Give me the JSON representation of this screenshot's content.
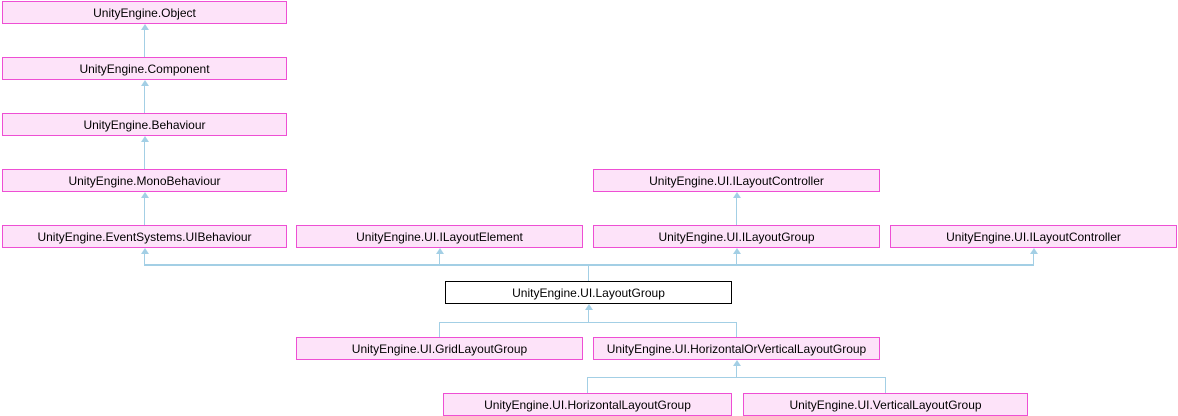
{
  "colors": {
    "node_fill": "#fde3f9",
    "node_border": "#ee4fd4",
    "main_fill": "#ffffff",
    "main_border": "#000000",
    "edge": "#a3cfe5"
  },
  "nodes": {
    "object": "UnityEngine.Object",
    "component": "UnityEngine.Component",
    "behaviour": "UnityEngine.Behaviour",
    "monobehaviour": "UnityEngine.MonoBehaviour",
    "uibehaviour": "UnityEngine.EventSystems.UIBehaviour",
    "ilayoutelement": "UnityEngine.UI.ILayoutElement",
    "ilayoutcontroller_top": "UnityEngine.UI.ILayoutController",
    "ilayoutgroup": "UnityEngine.UI.ILayoutGroup",
    "ilayoutcontroller_right": "UnityEngine.UI.ILayoutController",
    "layoutgroup": "UnityEngine.UI.LayoutGroup",
    "gridlayoutgroup": "UnityEngine.UI.GridLayoutGroup",
    "horizontalorverticallayoutgroup": "UnityEngine.UI.HorizontalOrVerticalLayoutGroup",
    "horizontallayoutgroup": "UnityEngine.UI.HorizontalLayoutGroup",
    "verticallayoutgroup": "UnityEngine.UI.VerticalLayoutGroup"
  },
  "edges": [
    {
      "from": "component",
      "to": "object"
    },
    {
      "from": "behaviour",
      "to": "component"
    },
    {
      "from": "monobehaviour",
      "to": "behaviour"
    },
    {
      "from": "uibehaviour",
      "to": "monobehaviour"
    },
    {
      "from": "ilayoutgroup",
      "to": "ilayoutcontroller_top"
    },
    {
      "from": "layoutgroup",
      "to": "uibehaviour"
    },
    {
      "from": "layoutgroup",
      "to": "ilayoutelement"
    },
    {
      "from": "layoutgroup",
      "to": "ilayoutgroup"
    },
    {
      "from": "layoutgroup",
      "to": "ilayoutcontroller_right"
    },
    {
      "from": "gridlayoutgroup",
      "to": "layoutgroup"
    },
    {
      "from": "horizontalorverticallayoutgroup",
      "to": "layoutgroup"
    },
    {
      "from": "horizontallayoutgroup",
      "to": "horizontalorverticallayoutgroup"
    },
    {
      "from": "verticallayoutgroup",
      "to": "horizontalorverticallayoutgroup"
    }
  ]
}
